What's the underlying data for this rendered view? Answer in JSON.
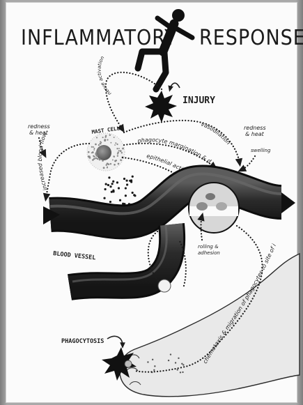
{
  "title_left": "INFLAMMATORY",
  "title_right": "RESPONSE",
  "labels": {
    "injury": "INJURY",
    "mast_cell": "MAST CELL",
    "blood_vessel": "BLOOD VESSEL",
    "phagocytosis": "PHAGOCYTOSIS",
    "nerve_activation": "nerve activation",
    "redness_heat_left_1": "redness",
    "redness_heat_left_2": "& heat",
    "redness_heat_right_1": "redness",
    "redness_heat_right_2": "& heat",
    "increased_blood_flow": "increased blood flow",
    "vasodilation": "vasodilation",
    "phagocyte_margination": "phagocyte margination & diapedesis",
    "epithelial_activation": "epithelial activation",
    "swelling": "swelling",
    "rolling_1": "rolling &",
    "rolling_2": "adhesion",
    "chemotaxis": "chemotaxis & migration of phagocytes to site of injury"
  }
}
